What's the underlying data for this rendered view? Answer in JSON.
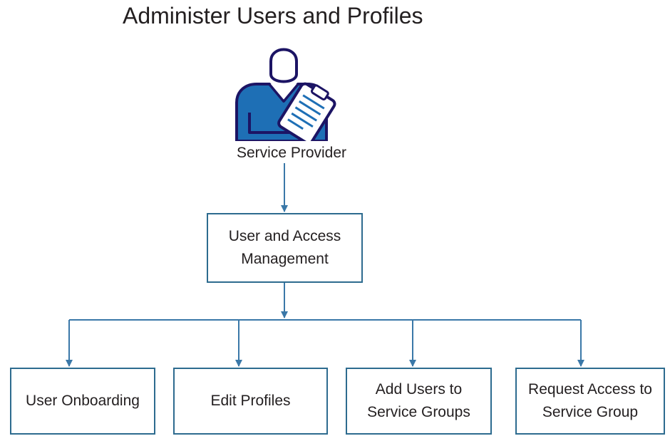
{
  "title": "Administer Users and Profiles",
  "actor": {
    "label": "Service Provider",
    "icon": "user-with-clipboard-icon"
  },
  "main_node": {
    "line1": "User and Access",
    "line2": "Management"
  },
  "child_nodes": [
    {
      "line1": "User Onboarding",
      "line2": ""
    },
    {
      "line1": "Edit Profiles",
      "line2": ""
    },
    {
      "line1": "Add Users to",
      "line2": "Service Groups"
    },
    {
      "line1": "Request Access to",
      "line2": "Service Group"
    }
  ],
  "colors": {
    "connector": "#3a78a8",
    "box_border": "#2d6b8f",
    "person_fill": "#1e6fb5",
    "person_outline": "#1c1464",
    "clipboard_fill": "#ffffff"
  }
}
